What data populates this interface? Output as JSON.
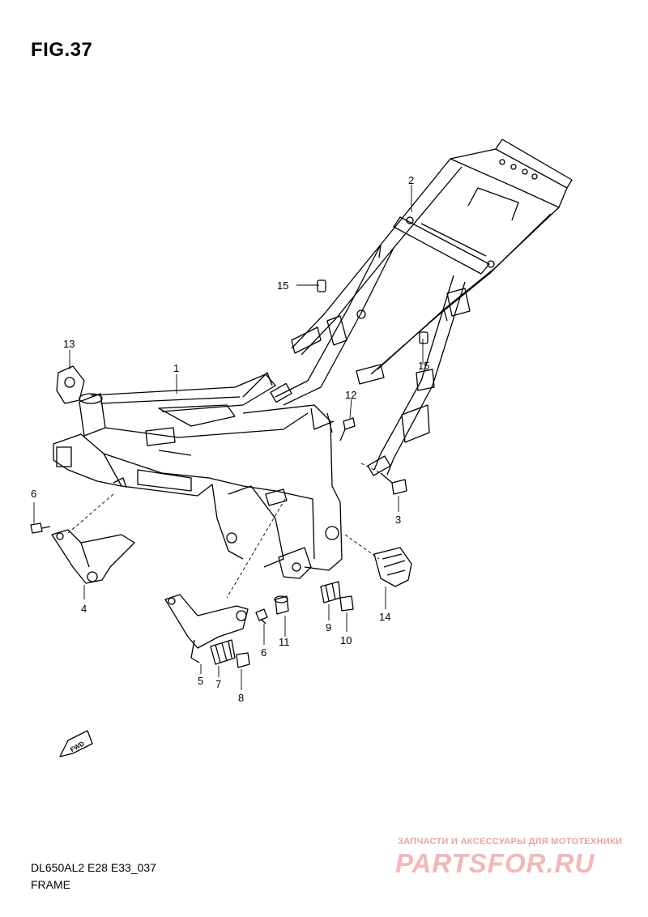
{
  "figure": {
    "title": "FIG.37",
    "model_code": "DL650AL2 E28 E33_037",
    "section_name": "FRAME"
  },
  "callouts": [
    {
      "id": "c1",
      "label": "1"
    },
    {
      "id": "c2",
      "label": "2"
    },
    {
      "id": "c3",
      "label": "3"
    },
    {
      "id": "c4",
      "label": "4"
    },
    {
      "id": "c5",
      "label": "5"
    },
    {
      "id": "c6a",
      "label": "6"
    },
    {
      "id": "c6b",
      "label": "6"
    },
    {
      "id": "c7",
      "label": "7"
    },
    {
      "id": "c8",
      "label": "8"
    },
    {
      "id": "c9",
      "label": "9"
    },
    {
      "id": "c10",
      "label": "10"
    },
    {
      "id": "c11",
      "label": "11"
    },
    {
      "id": "c12",
      "label": "12"
    },
    {
      "id": "c13",
      "label": "13"
    },
    {
      "id": "c14",
      "label": "14"
    },
    {
      "id": "c15a",
      "label": "15"
    },
    {
      "id": "c15b",
      "label": "15"
    }
  ],
  "direction_marker": {
    "label": "FWD"
  },
  "watermark": {
    "tagline": "ЗАПЧАСТИ И АКСЕССУАРЫ ДЛЯ МОТОТЕХНИКИ",
    "logo": "PARTSFOR.RU"
  }
}
